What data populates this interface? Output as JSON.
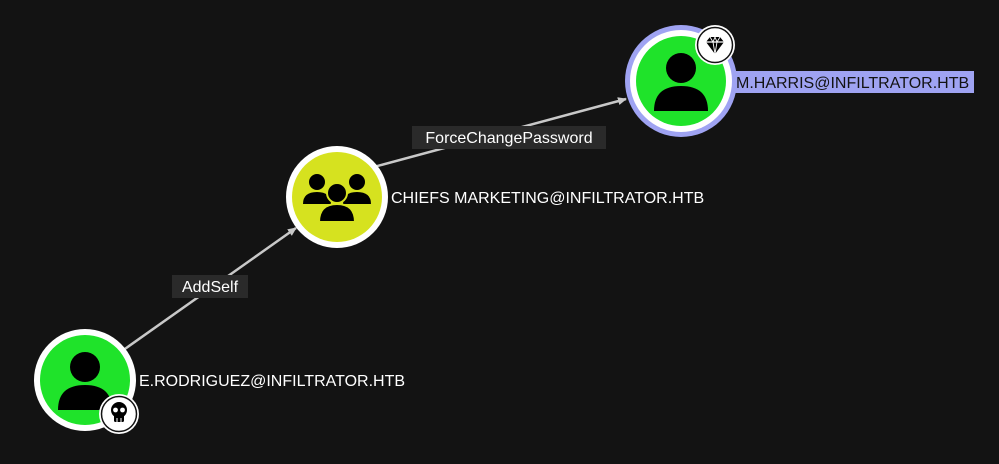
{
  "colors": {
    "background": "#131313",
    "edge": "#c8c8c8",
    "edge_label_bg": "#2a2a2a",
    "user_node": "#1fe32a",
    "group_node": "#d6e21f",
    "node_border": "#ffffff",
    "selected_ring": "#9fa3f2",
    "selected_label_bg": "#9fa3f2",
    "icon": "#000000"
  },
  "nodes": [
    {
      "id": "e_rodriguez",
      "kind": "user",
      "icon": "person-icon",
      "label": "E.RODRIGUEZ@INFILTRATOR.HTB",
      "badge": "skull-icon",
      "owned": true,
      "selected": false
    },
    {
      "id": "chiefs_marketing",
      "kind": "group",
      "icon": "group-icon",
      "label": "CHIEFS MARKETING@INFILTRATOR.HTB",
      "badge": null,
      "owned": false,
      "selected": false
    },
    {
      "id": "m_harris",
      "kind": "user",
      "icon": "person-icon",
      "label": "M.HARRIS@INFILTRATOR.HTB",
      "badge": "diamond-icon",
      "owned": false,
      "selected": true
    }
  ],
  "edges": [
    {
      "from": "e_rodriguez",
      "to": "chiefs_marketing",
      "label": "AddSelf"
    },
    {
      "from": "chiefs_marketing",
      "to": "m_harris",
      "label": "ForceChangePassword"
    }
  ]
}
